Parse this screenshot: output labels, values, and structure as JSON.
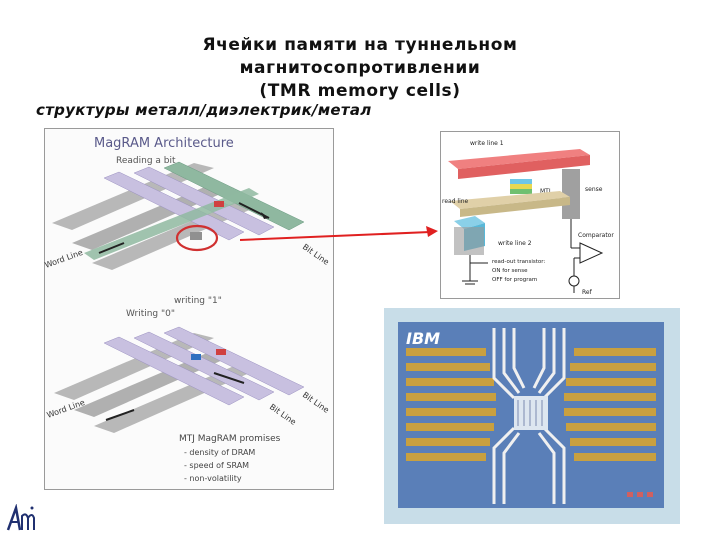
{
  "slide": {
    "title_line1": "Ячейки памяти на туннельном",
    "title_line2": "магнитосопротивлении",
    "title_line3": "(TMR memory cells)",
    "subtitle": "структуры металл/диэлектрик/метал"
  },
  "magram": {
    "heading": "MagRAM Architecture",
    "reading_label": "Reading a bit",
    "writing1_label": "writing \"1\"",
    "writing0_label": "Writing \"0\"",
    "word_line_label": "Word Line",
    "bit_line_label": "Bit Line",
    "promises_title": "MTJ MagRAM promises",
    "promise1": "- density of DRAM",
    "promise2": "- speed of SRAM",
    "promise3": "- non-volatility"
  },
  "cell": {
    "write_line1": "write line 1",
    "mtj": "MTJ",
    "sense": "sense",
    "read_line": "read line",
    "write_line2": "write line 2",
    "comparator": "Comparator",
    "transistor_note1": "read-out transistor:",
    "transistor_note2": "ON for sense",
    "transistor_note3": "OFF for program",
    "ref": "Ref"
  },
  "chip": {
    "brand": "IBM"
  },
  "colors": {
    "red_arrow": "#e02020",
    "write_line1": "#e86a6a",
    "write_line2": "#58b8d8",
    "read_line": "#d8c8a0",
    "chip_bg": "#5a7fb8",
    "chip_gold": "#c8a040"
  }
}
